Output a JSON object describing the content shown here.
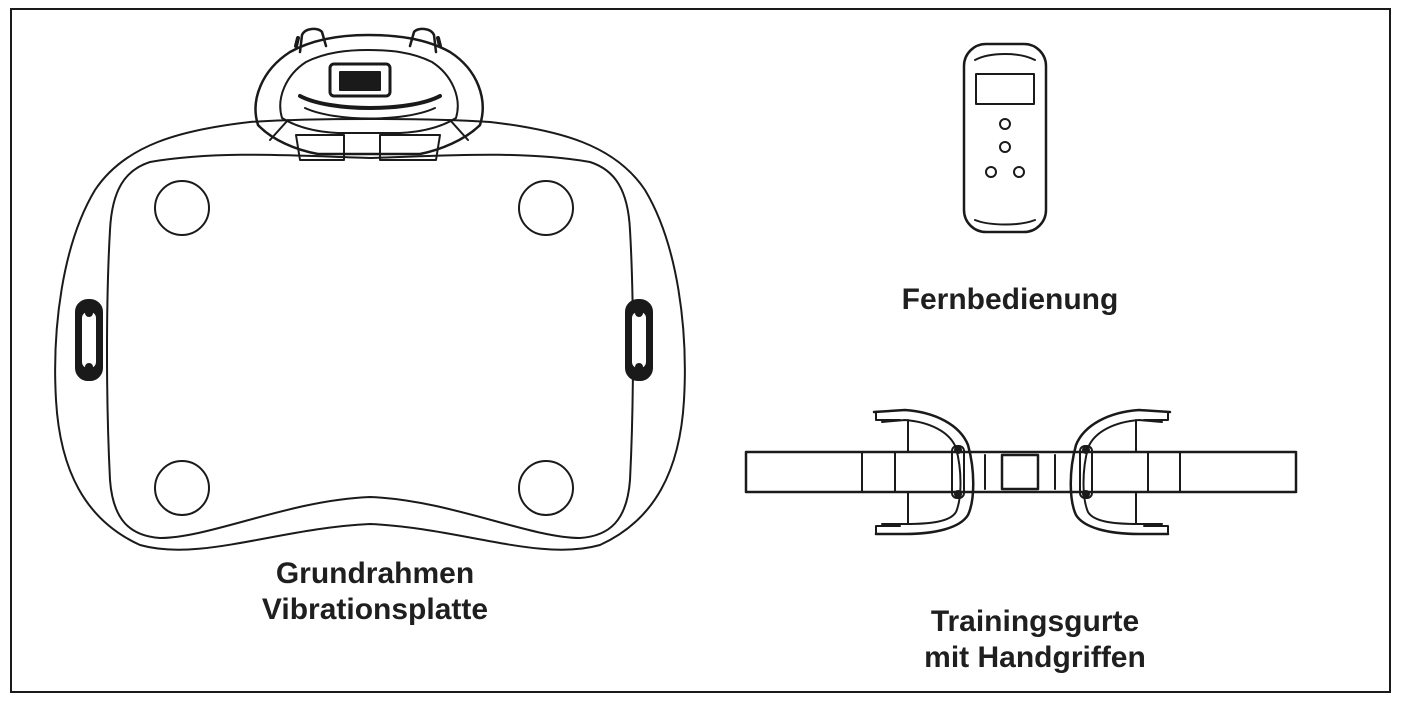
{
  "labels": {
    "base_line1": "Grundrahmen",
    "base_line2": "Vibrationsplatte",
    "remote": "Fernbedienung",
    "straps_line1": "Trainingsgurte",
    "straps_line2": "mit Handgriffen"
  },
  "colors": {
    "line": "#1a1a1a",
    "background": "#ffffff"
  }
}
